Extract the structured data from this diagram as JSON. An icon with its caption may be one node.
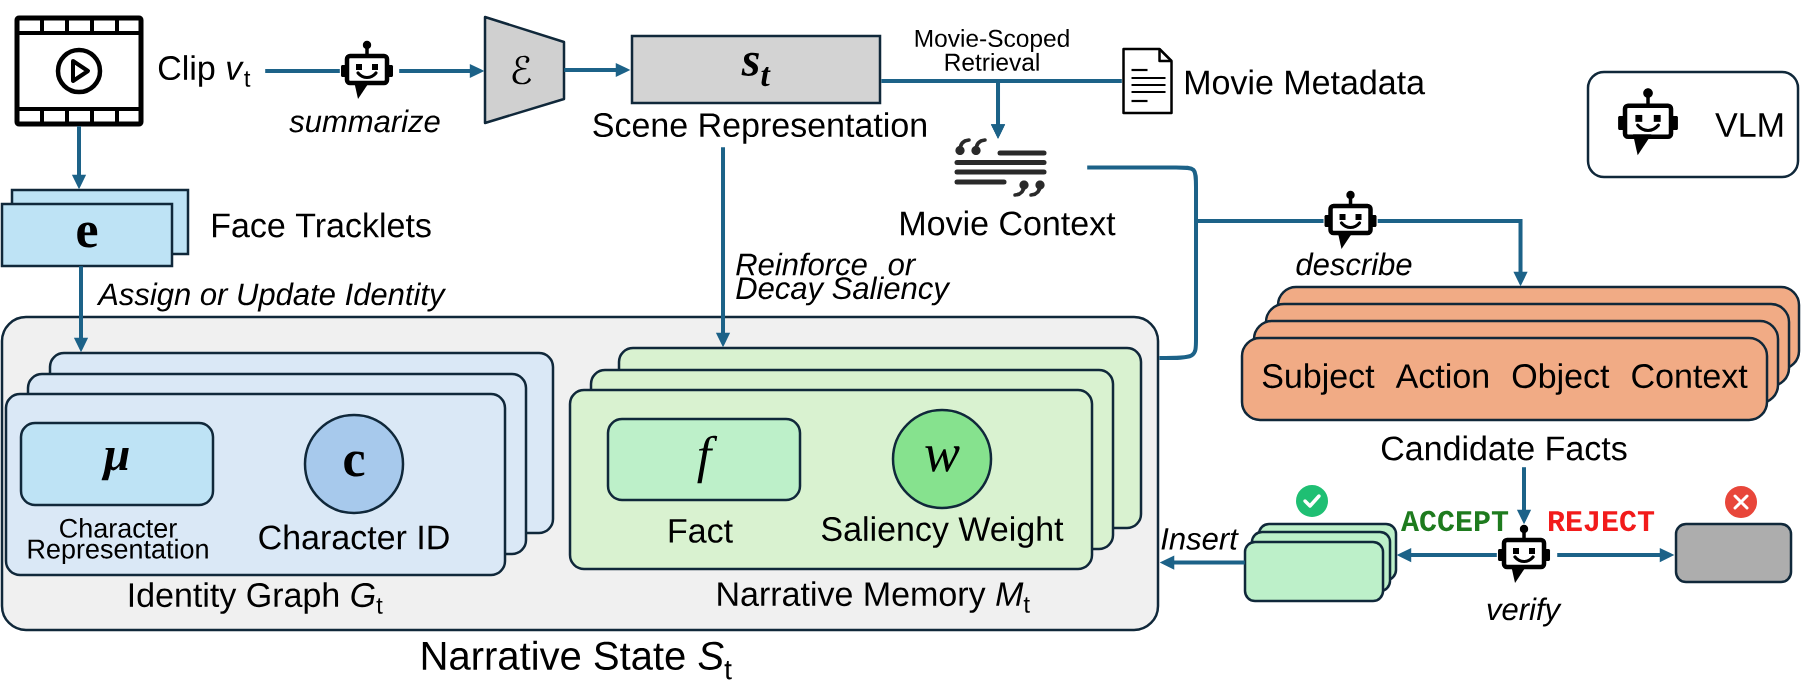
{
  "diagram": {
    "nodes": [
      {
        "text": [],
        "shape": "picture",
        "beside": [
          "Clip *v*$_{t}$"
        ]
      },
      {
        "text": [],
        "shape": "picture",
        "beside": [
          "summarize"
        ]
      },
      {
        "text": [
          "ℰ"
        ]
      },
      {
        "text": [
          "s$_{t}$"
        ],
        "beside": [
          "Scene Representation"
        ]
      },
      {
        "text": [],
        "shape": "picture",
        "beside": [
          "Movie Metadata"
        ]
      },
      {
        "text": [
          "Movie Context"
        ]
      },
      {
        "text": [
          "e"
        ],
        "beside": [
          "Face Tracklets"
        ]
      },
      {
        "text": [],
        "shape": "picture",
        "beside": [
          "describe"
        ]
      },
      {
        "text": [
          "Narrative State *S*$_{t}$"
        ]
      },
      {
        "text": [
          "Identity Graph *G*$_{t}$"
        ],
        "in": 8
      },
      {
        "text": [
          "μ"
        ],
        "in": 9,
        "beside": [
          "Character Representation"
        ]
      },
      {
        "text": [
          "c"
        ],
        "in": 9,
        "beside": [
          "Character ID"
        ]
      },
      {
        "text": [
          "Narrative Memory *M*$_{t}$"
        ],
        "in": 8
      },
      {
        "text": [
          "f"
        ],
        "in": 12,
        "beside": [
          "Fact"
        ]
      },
      {
        "text": [
          "w"
        ],
        "in": 12,
        "beside": [
          "Saliency Weight"
        ]
      },
      {
        "text": [
          "Subject Action Object Context",
          "Candidate Facts"
        ]
      },
      {
        "text": [],
        "shape": "box"
      },
      {
        "text": [],
        "shape": "picture",
        "beside": [
          "verify"
        ]
      },
      {
        "text": [],
        "shape": "box"
      }
    ],
    "edges": [
      {
        "from": 0,
        "to": 1,
        "arrow": "none"
      },
      {
        "from": 1,
        "to": 2,
        "arrow": "to"
      },
      {
        "from": 2,
        "to": 3,
        "arrow": "to"
      },
      {
        "from": 3,
        "to": 5,
        "arrow": "to"
      },
      {
        "from": 4,
        "to": 5,
        "arrow": "to",
        "label": "Movie-Scoped Retrieval"
      },
      {
        "from": 0,
        "to": 6,
        "arrow": "to"
      },
      {
        "from": 6,
        "to": 9,
        "arrow": "to",
        "label": "Assign or Update Identity"
      },
      {
        "from": 3,
        "to": 12,
        "arrow": "to",
        "label": "Reinforce or Decay Saliency"
      },
      {
        "from": 5,
        "to": 7,
        "arrow": "none"
      },
      {
        "from": 8,
        "to": 7,
        "arrow": "none"
      },
      {
        "from": 7,
        "to": 15,
        "arrow": "to"
      },
      {
        "from": 15,
        "to": 17,
        "arrow": "to"
      },
      {
        "from": 17,
        "to": 16,
        "arrow": "to",
        "label": "ACCEPT"
      },
      {
        "from": 17,
        "to": 18,
        "arrow": "to",
        "label": "REJECT"
      },
      {
        "from": 16,
        "to": 8,
        "arrow": "to",
        "label": "Insert"
      }
    ],
    "legend": [
      {
        "text": "VLM"
      }
    ]
  }
}
